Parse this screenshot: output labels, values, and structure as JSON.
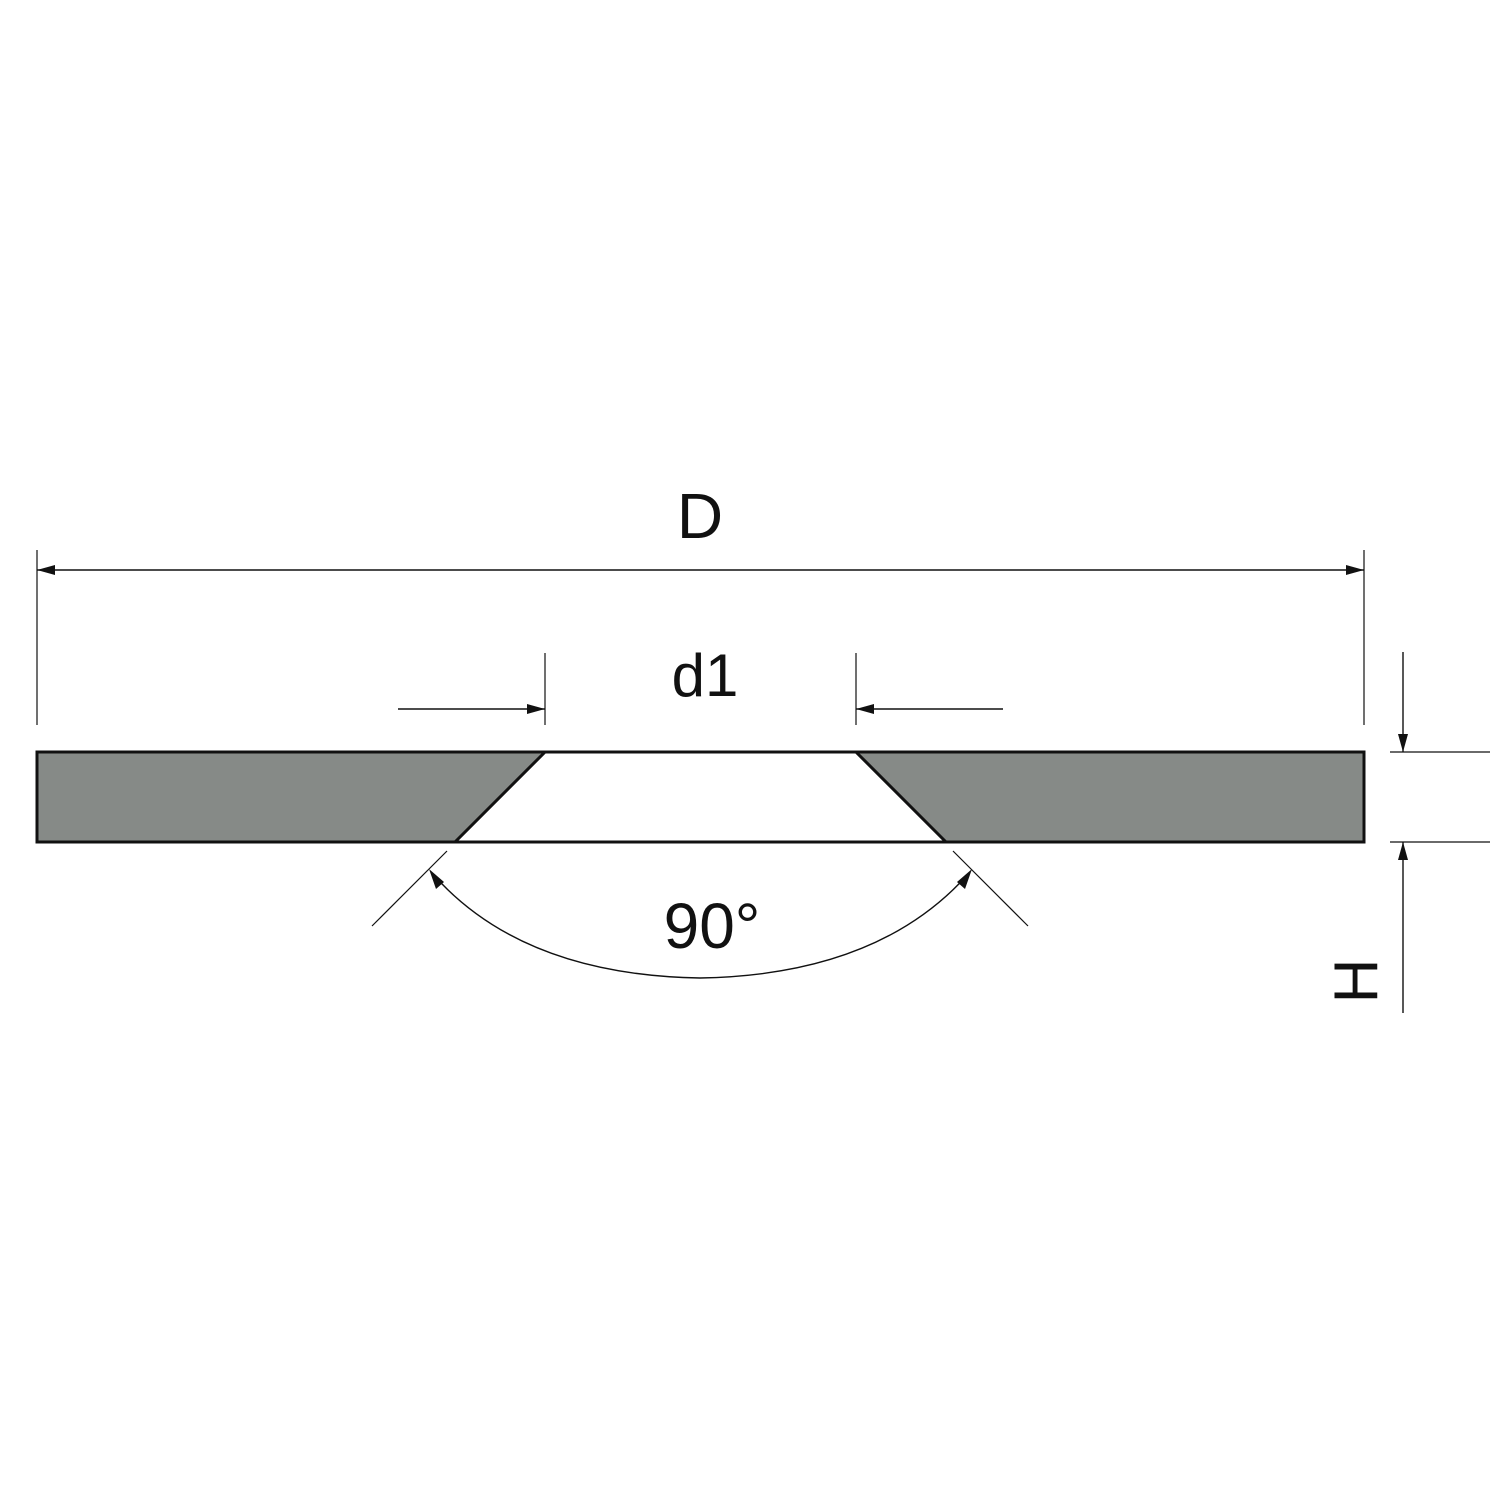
{
  "labels": {
    "outer_diameter": "D",
    "countersink_diameter": "d1",
    "countersink_angle": "90°",
    "height": "H"
  },
  "colors": {
    "part_fill": "#868a87",
    "line": "#111111",
    "background": "#ffffff"
  }
}
